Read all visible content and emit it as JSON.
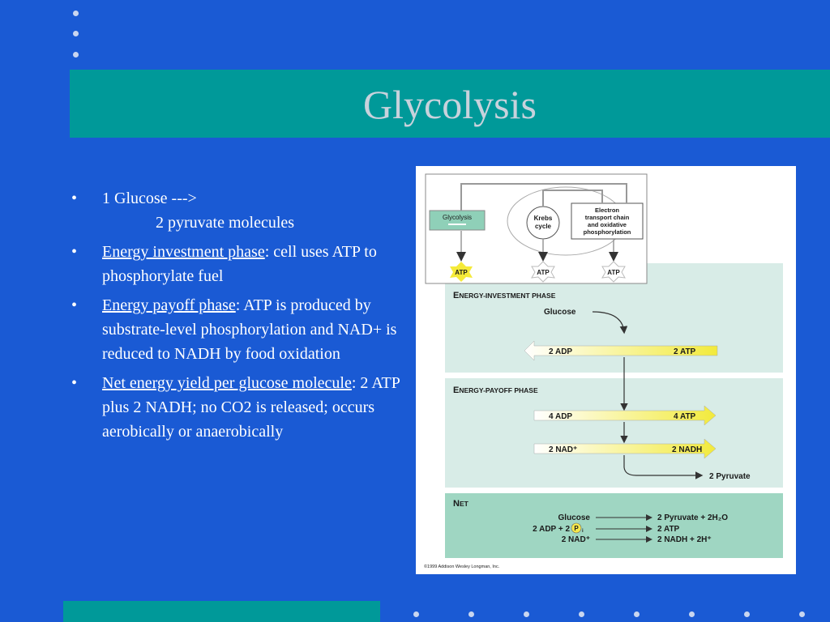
{
  "slide": {
    "title": "Glycolysis"
  },
  "bullets": {
    "b1_line1": "1 Glucose --->",
    "b1_line2": "2 pyruvate molecules",
    "b2_term": "Energy investment phase",
    "b2_rest": ":  cell uses ATP to phosphorylate fuel",
    "b3_term": "Energy payoff phase",
    "b3_rest": ":  ATP is produced by substrate-level phosphorylation and NAD+ is reduced to NADH by food oxidation",
    "b4_term": "Net energy yield per glucose molecule",
    "b4_rest": ":  2 ATP plus 2 NADH; no CO2 is released; occurs aerobically or anaerobically",
    "bullet_char": "•"
  },
  "figure": {
    "overview": {
      "glycolysis": "Glycolysis",
      "krebs_1": "Krebs",
      "krebs_2": "cycle",
      "etc_1": "Electron",
      "etc_2": "transport chain",
      "etc_3": "and oxidative",
      "etc_4": "phosphorylation",
      "atp": "ATP"
    },
    "investment": {
      "heading_cap": "E",
      "heading_rest": "NERGY-INVESTMENT PHASE",
      "glucose": "Glucose",
      "left": "2 ADP",
      "right": "2 ATP"
    },
    "payoff": {
      "heading_cap": "E",
      "heading_rest": "NERGY-PAYOFF PHASE",
      "row1_left": "4 ADP",
      "row1_right": "4 ATP",
      "row2_left": "2 NAD⁺",
      "row2_right": "2 NADH",
      "pyruvate": "2 Pyruvate"
    },
    "net": {
      "heading_cap": "N",
      "heading_rest": "ET",
      "r1_left": "Glucose",
      "r1_right": "2 Pyruvate + 2H₂O",
      "r2_left": "2 ADP + 2",
      "r2_circle": "P",
      "r2_sub": "i",
      "r2_right": "2 ATP",
      "r3_left": "2 NAD⁺",
      "r3_right": "2 NADH + 2H⁺"
    },
    "copyright": "©1999 Addison Wesley Longman, Inc."
  },
  "colors": {
    "background": "#1a5ad4",
    "band": "#009999",
    "title": "#c8d2dc",
    "panel": "#d8ece7",
    "net_panel": "#9fd6c2",
    "arrow_yellow": "#f2ea3c"
  }
}
